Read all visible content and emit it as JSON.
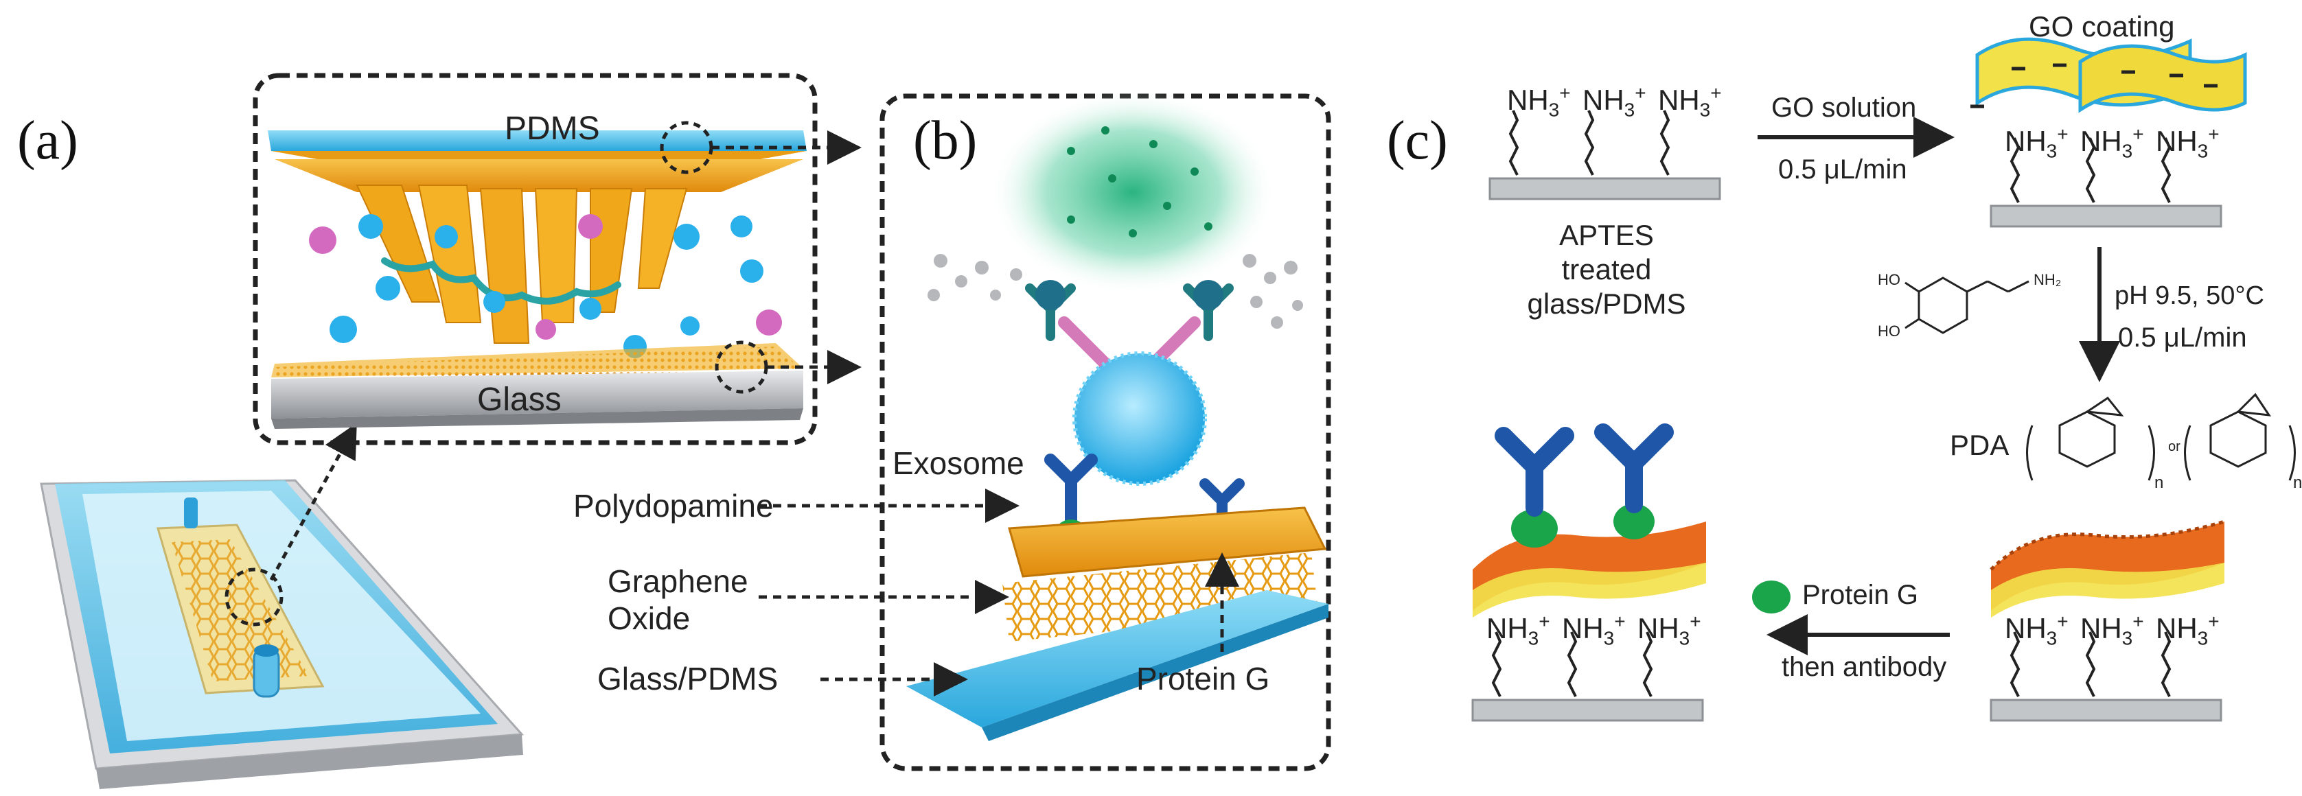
{
  "panel_a": {
    "label": "(a)",
    "pdms": "PDMS",
    "glass": "Glass"
  },
  "panel_b": {
    "label": "(b)",
    "exosome": "Exosome",
    "polydopamine": "Polydopamine",
    "graphene_oxide_line1": "Graphene",
    "graphene_oxide_line2": "Oxide",
    "glass_pdms": "Glass/PDMS",
    "protein_g": "Protein G"
  },
  "panel_c": {
    "label": "(c)",
    "amine": "NH",
    "amine_sub": "3",
    "amine_sup": "+",
    "aptes_line1": "APTES treated",
    "aptes_line2": "glass/PDMS",
    "go_solution": "GO solution",
    "flow_rate_1": "0.5 μL/min",
    "go_coating": "GO coating",
    "dopamine_ho_top": "HO",
    "dopamine_ho_bottom": "HO",
    "dopamine_nh2": "NH₂",
    "condition_ph": "pH 9.5,  50°C",
    "flow_rate_2": "0.5 μL/min",
    "pda": "PDA",
    "pda_or": "or",
    "pda_n": "n",
    "protein_g": "Protein G",
    "then_antibody": "then antibody"
  },
  "colors": {
    "pdms_blue": "#38b8e6",
    "orange": "#f2a316",
    "glass_gray": "#b9bcc0",
    "exosome_cyan": "#39b7ea",
    "antibody_blue": "#1f56a8",
    "antibody_pink": "#d57ab8",
    "protein_g_green": "#1aa54a",
    "go_yellow": "#f3e14a",
    "pda_orange": "#e86a1e",
    "cloud_green": "#2fbf8a"
  }
}
